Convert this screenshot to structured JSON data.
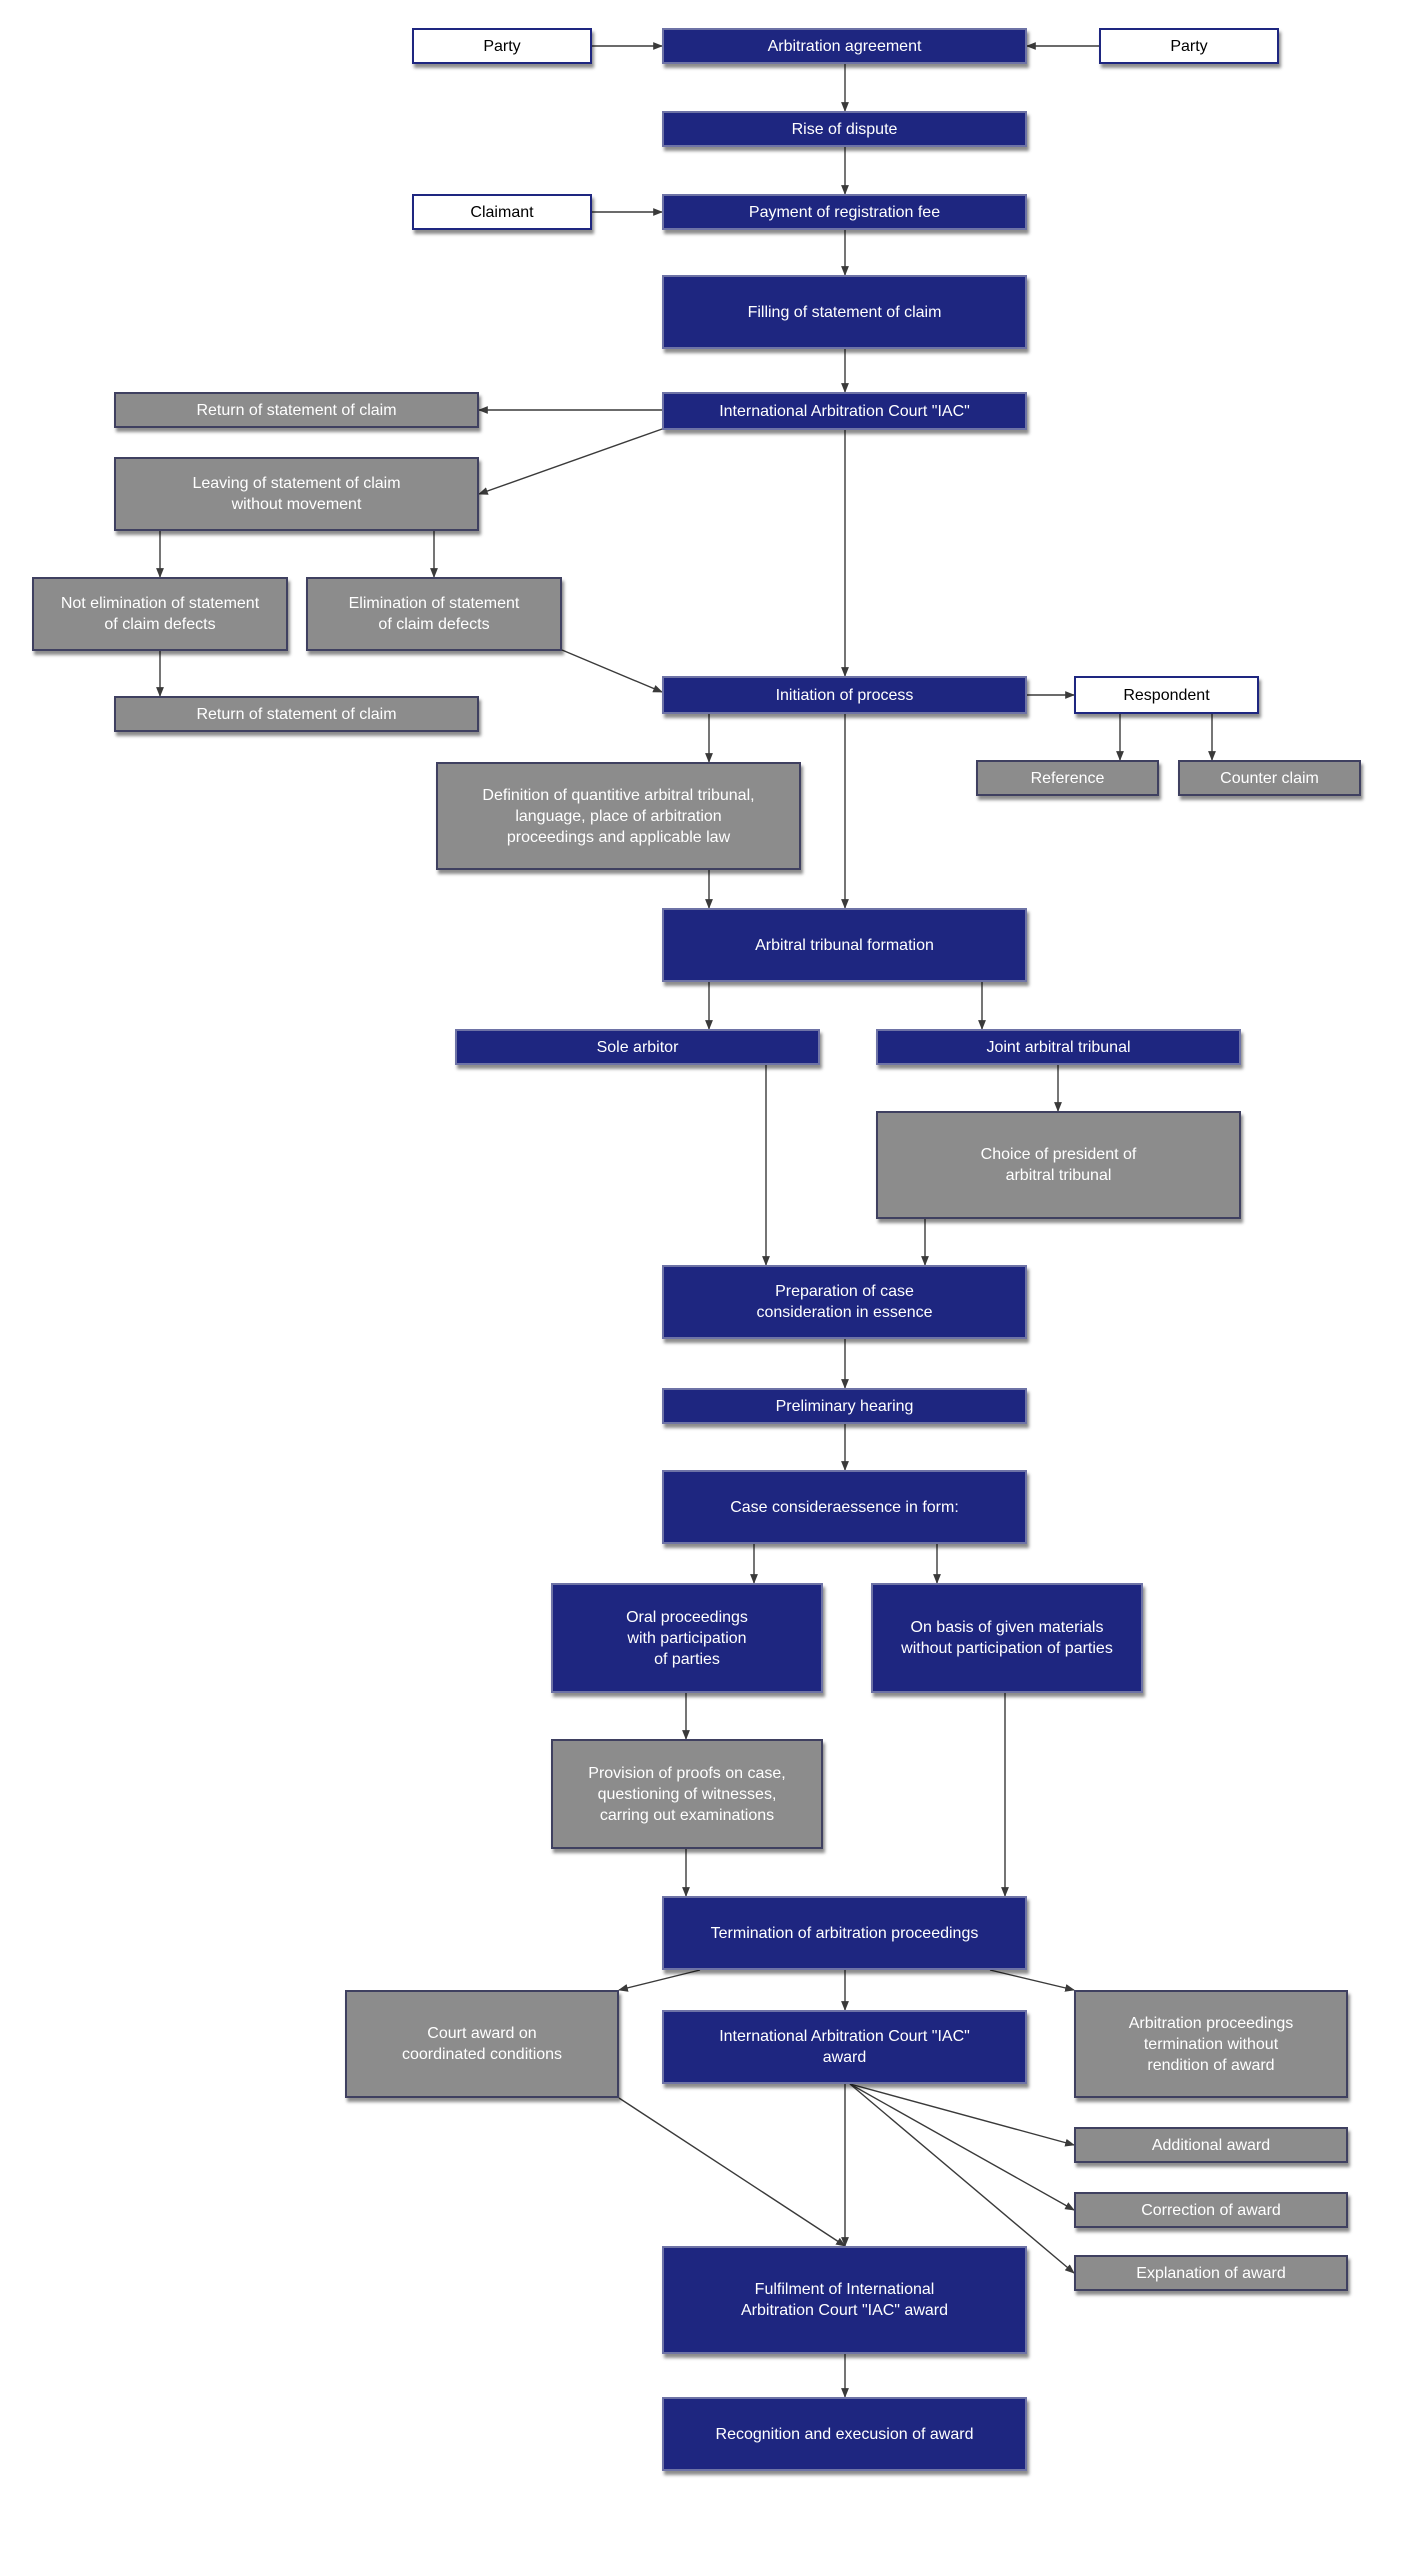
{
  "diagram": {
    "colors": {
      "primary": "#1e2680",
      "secondary": "#8c8c8c",
      "line": "#3a3a3a"
    },
    "nodes": [
      {
        "id": "party-left",
        "label": "Party",
        "style": "white"
      },
      {
        "id": "arbitration-agreement",
        "label": "Arbitration agreement",
        "style": "blue"
      },
      {
        "id": "party-right",
        "label": "Party",
        "style": "white"
      },
      {
        "id": "rise-of-dispute",
        "label": "Rise of dispute",
        "style": "blue"
      },
      {
        "id": "claimant",
        "label": "Claimant",
        "style": "white"
      },
      {
        "id": "payment-of-registration-fee",
        "label": "Payment of registration fee",
        "style": "blue"
      },
      {
        "id": "filling-of-statement-of-claim",
        "label": "Filling of statement of claim",
        "style": "blue"
      },
      {
        "id": "iac-1",
        "label": "International Arbitration Court \"IAC\"",
        "style": "blue"
      },
      {
        "id": "return-of-claim-1",
        "label": "Return of statement of claim",
        "style": "grey"
      },
      {
        "id": "leaving-without-movement",
        "label": "Leaving of statement of claim\nwithout movement",
        "style": "grey"
      },
      {
        "id": "not-elimination-of-defects",
        "label": "Not elimination of statement\nof claim defects",
        "style": "grey"
      },
      {
        "id": "elimination-of-defects",
        "label": "Elimination of statement\nof claim defects",
        "style": "grey"
      },
      {
        "id": "return-of-claim-2",
        "label": "Return of statement of claim",
        "style": "grey"
      },
      {
        "id": "initiation-of-process",
        "label": "Initiation of process",
        "style": "blue"
      },
      {
        "id": "respondent",
        "label": "Respondent",
        "style": "white"
      },
      {
        "id": "reference",
        "label": "Reference",
        "style": "grey"
      },
      {
        "id": "counter-claim",
        "label": "Counter claim",
        "style": "grey"
      },
      {
        "id": "definition-of-tribunal",
        "label": "Definition of quantitive arbitral tribunal,\nlanguage, place of arbitration\nproceedings and applicable law",
        "style": "grey"
      },
      {
        "id": "arbitral-tribunal-formation",
        "label": "Arbitral tribunal formation",
        "style": "blue"
      },
      {
        "id": "sole-arbitor",
        "label": "Sole arbitor",
        "style": "blue"
      },
      {
        "id": "joint-arbitral-tribunal",
        "label": "Joint arbitral tribunal",
        "style": "blue"
      },
      {
        "id": "choice-of-president",
        "label": "Choice of president of\narbitral tribunal",
        "style": "grey"
      },
      {
        "id": "preparation-of-case",
        "label": "Preparation of case\nconsideration in essence",
        "style": "blue"
      },
      {
        "id": "preliminary-hearing",
        "label": "Preliminary hearing",
        "style": "blue"
      },
      {
        "id": "case-consideration-form",
        "label": "Case consideraessence in form:",
        "style": "blue"
      },
      {
        "id": "oral-proceedings",
        "label": "Oral proceedings\nwith participation\nof parties",
        "style": "blue"
      },
      {
        "id": "given-materials",
        "label": "On basis of given materials\nwithout participation of parties",
        "style": "blue"
      },
      {
        "id": "provision-of-proofs",
        "label": "Provision of proofs on case,\nquestioning of witnesses,\ncarring out examinations",
        "style": "grey"
      },
      {
        "id": "termination-of-proceedings",
        "label": "Termination of arbitration proceedings",
        "style": "blue"
      },
      {
        "id": "court-award-coordinated",
        "label": "Court award on\ncoordinated conditions",
        "style": "grey"
      },
      {
        "id": "iac-award",
        "label": "International Arbitration Court \"IAC\"\naward",
        "style": "blue"
      },
      {
        "id": "termination-without-award",
        "label": "Arbitration proceedings\ntermination without\nrendition of award",
        "style": "grey"
      },
      {
        "id": "additional-award",
        "label": "Additional award",
        "style": "grey"
      },
      {
        "id": "correction-of-award",
        "label": "Correction of award",
        "style": "grey"
      },
      {
        "id": "explanation-of-award",
        "label": "Explanation of award",
        "style": "grey"
      },
      {
        "id": "fulfilment-of-iac-award",
        "label": "Fulfilment of International\nArbitration Court \"IAC\" award",
        "style": "blue"
      },
      {
        "id": "recognition-and-execution",
        "label": "Recognition and execusion of award",
        "style": "blue"
      }
    ],
    "edges": [
      {
        "from": "party-left",
        "to": "arbitration-agreement"
      },
      {
        "from": "party-right",
        "to": "arbitration-agreement"
      },
      {
        "from": "arbitration-agreement",
        "to": "rise-of-dispute"
      },
      {
        "from": "rise-of-dispute",
        "to": "payment-of-registration-fee"
      },
      {
        "from": "claimant",
        "to": "payment-of-registration-fee"
      },
      {
        "from": "payment-of-registration-fee",
        "to": "filling-of-statement-of-claim"
      },
      {
        "from": "filling-of-statement-of-claim",
        "to": "iac-1"
      },
      {
        "from": "iac-1",
        "to": "return-of-claim-1"
      },
      {
        "from": "iac-1",
        "to": "leaving-without-movement"
      },
      {
        "from": "iac-1",
        "to": "initiation-of-process"
      },
      {
        "from": "leaving-without-movement",
        "to": "not-elimination-of-defects"
      },
      {
        "from": "leaving-without-movement",
        "to": "elimination-of-defects"
      },
      {
        "from": "not-elimination-of-defects",
        "to": "return-of-claim-2"
      },
      {
        "from": "elimination-of-defects",
        "to": "initiation-of-process"
      },
      {
        "from": "initiation-of-process",
        "to": "respondent"
      },
      {
        "from": "respondent",
        "to": "reference"
      },
      {
        "from": "respondent",
        "to": "counter-claim"
      },
      {
        "from": "initiation-of-process",
        "to": "definition-of-tribunal"
      },
      {
        "from": "initiation-of-process",
        "to": "arbitral-tribunal-formation"
      },
      {
        "from": "definition-of-tribunal",
        "to": "arbitral-tribunal-formation"
      },
      {
        "from": "arbitral-tribunal-formation",
        "to": "sole-arbitor"
      },
      {
        "from": "arbitral-tribunal-formation",
        "to": "joint-arbitral-tribunal"
      },
      {
        "from": "joint-arbitral-tribunal",
        "to": "choice-of-president"
      },
      {
        "from": "sole-arbitor",
        "to": "preparation-of-case"
      },
      {
        "from": "choice-of-president",
        "to": "preparation-of-case"
      },
      {
        "from": "preparation-of-case",
        "to": "preliminary-hearing"
      },
      {
        "from": "preliminary-hearing",
        "to": "case-consideration-form"
      },
      {
        "from": "case-consideration-form",
        "to": "oral-proceedings"
      },
      {
        "from": "case-consideration-form",
        "to": "given-materials"
      },
      {
        "from": "oral-proceedings",
        "to": "provision-of-proofs"
      },
      {
        "from": "provision-of-proofs",
        "to": "termination-of-proceedings"
      },
      {
        "from": "given-materials",
        "to": "termination-of-proceedings"
      },
      {
        "from": "termination-of-proceedings",
        "to": "court-award-coordinated"
      },
      {
        "from": "termination-of-proceedings",
        "to": "iac-award"
      },
      {
        "from": "termination-of-proceedings",
        "to": "termination-without-award"
      },
      {
        "from": "iac-award",
        "to": "additional-award"
      },
      {
        "from": "iac-award",
        "to": "correction-of-award"
      },
      {
        "from": "iac-award",
        "to": "explanation-of-award"
      },
      {
        "from": "iac-award",
        "to": "fulfilment-of-iac-award"
      },
      {
        "from": "court-award-coordinated",
        "to": "fulfilment-of-iac-award"
      },
      {
        "from": "fulfilment-of-iac-award",
        "to": "recognition-and-execution"
      }
    ]
  }
}
